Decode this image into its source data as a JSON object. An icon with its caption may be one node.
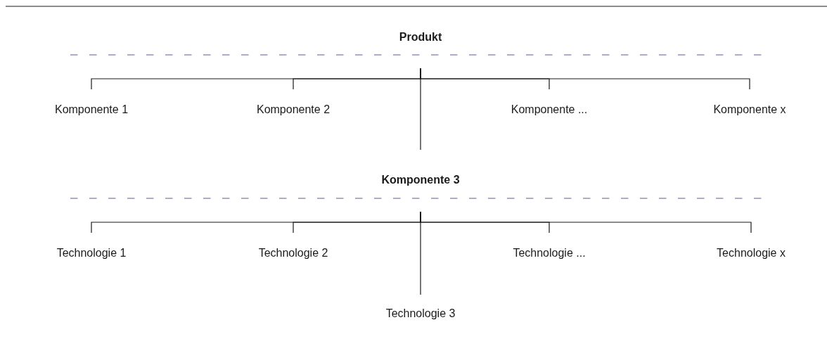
{
  "diagram": {
    "nodes": [
      {
        "text": [
          "Produkt"
        ]
      },
      {
        "text": [
          "Komponente 1"
        ]
      },
      {
        "text": [
          "Komponente 2"
        ]
      },
      {
        "text": [
          "Komponente ..."
        ]
      },
      {
        "text": [
          "Komponente x"
        ]
      },
      {
        "text": [
          "Komponente 3"
        ]
      },
      {
        "text": [
          "Technologie 1"
        ]
      },
      {
        "text": [
          "Technologie 2"
        ]
      },
      {
        "text": [
          "Technologie ..."
        ]
      },
      {
        "text": [
          "Technologie x"
        ]
      },
      {
        "text": [
          "Technologie 3"
        ]
      }
    ],
    "edges": [
      {
        "from": 0,
        "to": 1,
        "arrow": "none"
      },
      {
        "from": 0,
        "to": 2,
        "arrow": "none"
      },
      {
        "from": 0,
        "to": 3,
        "arrow": "none"
      },
      {
        "from": 0,
        "to": 4,
        "arrow": "none"
      },
      {
        "from": 0,
        "to": 5,
        "arrow": "none"
      },
      {
        "from": 5,
        "to": 6,
        "arrow": "none"
      },
      {
        "from": 5,
        "to": 7,
        "arrow": "none"
      },
      {
        "from": 5,
        "to": 8,
        "arrow": "none"
      },
      {
        "from": 5,
        "to": 9,
        "arrow": "none"
      },
      {
        "from": 5,
        "to": 10,
        "arrow": "none"
      }
    ]
  }
}
